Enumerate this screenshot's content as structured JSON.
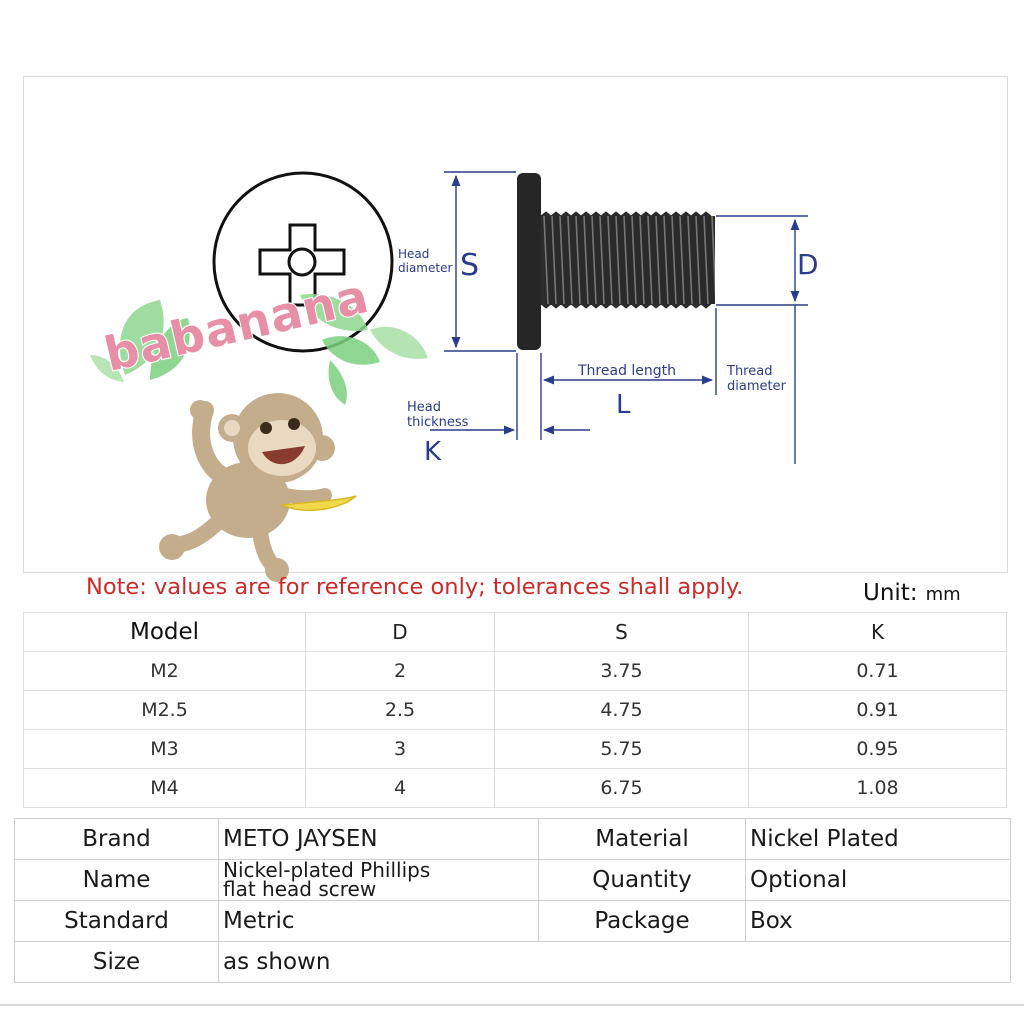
{
  "diagram": {
    "head_diameter_label_line1": "Head",
    "head_diameter_label_line2": "diameter",
    "s_label": "S",
    "d_label": "D",
    "thread_length_label": "Thread length",
    "thread_diameter_label_line1": "Thread",
    "thread_diameter_label_line2": "diameter",
    "l_label": "L",
    "head_thickness_label_line1": "Head",
    "head_thickness_label_line2": "thickness",
    "k_label": "K",
    "line_color": "#2a3c8c"
  },
  "logo": {
    "text": "babanana",
    "text_color": "#e78fa6"
  },
  "note": {
    "text": "Note: values are for reference only; tolerances shall apply.",
    "unit_label": "Unit:",
    "unit_value": "mm"
  },
  "size_table": {
    "headers": [
      "Model",
      "D",
      "S",
      "K"
    ],
    "rows": [
      [
        "M2",
        "2",
        "3.75",
        "0.71"
      ],
      [
        "M2.5",
        "2.5",
        "4.75",
        "0.91"
      ],
      [
        "M3",
        "3",
        "5.75",
        "0.95"
      ],
      [
        "M4",
        "4",
        "6.75",
        "1.08"
      ]
    ]
  },
  "spec_table": {
    "brand_label": "Brand",
    "brand_value": "METO JAYSEN",
    "material_label": "Material",
    "material_value": "Nickel Plated",
    "name_label": "Name",
    "name_value_line1": "Nickel-plated Phillips",
    "name_value_line2": "flat head screw",
    "quantity_label": "Quantity",
    "quantity_value": "Optional",
    "standard_label": "Standard",
    "standard_value": "Metric",
    "package_label": "Package",
    "package_value": "Box",
    "size_label": "Size",
    "size_value": "as shown"
  }
}
